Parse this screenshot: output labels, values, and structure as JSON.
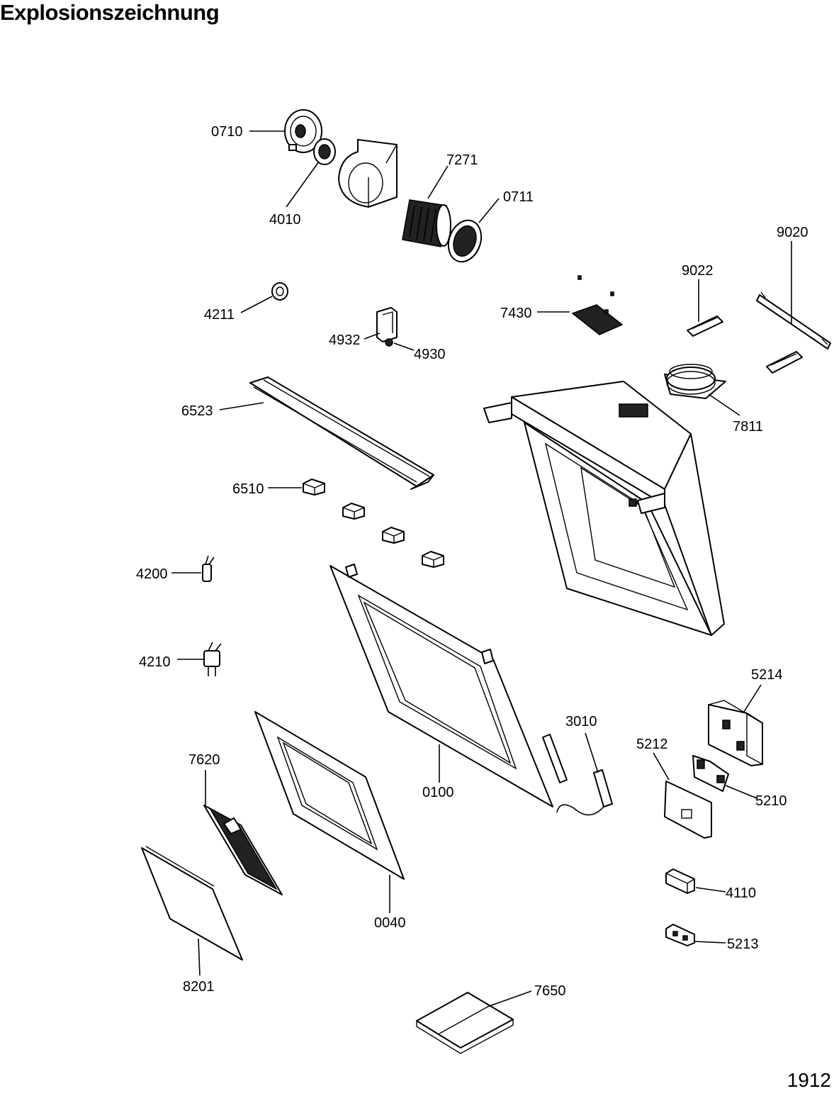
{
  "title": "Explosionszeichnung",
  "page_number": "1912",
  "parts": [
    {
      "id": "0710",
      "label": "0710"
    },
    {
      "id": "4010",
      "label": "4010"
    },
    {
      "id": "7271",
      "label": "7271"
    },
    {
      "id": "0711",
      "label": "0711"
    },
    {
      "id": "9020",
      "label": "9020"
    },
    {
      "id": "9022",
      "label": "9022"
    },
    {
      "id": "4211",
      "label": "4211"
    },
    {
      "id": "7430",
      "label": "7430"
    },
    {
      "id": "4932",
      "label": "4932"
    },
    {
      "id": "4930",
      "label": "4930"
    },
    {
      "id": "7811",
      "label": "7811"
    },
    {
      "id": "6523",
      "label": "6523"
    },
    {
      "id": "6510",
      "label": "6510"
    },
    {
      "id": "4200",
      "label": "4200"
    },
    {
      "id": "4210",
      "label": "4210"
    },
    {
      "id": "5214",
      "label": "5214"
    },
    {
      "id": "3010",
      "label": "3010"
    },
    {
      "id": "5212",
      "label": "5212"
    },
    {
      "id": "7620",
      "label": "7620"
    },
    {
      "id": "5210",
      "label": "5210"
    },
    {
      "id": "0100",
      "label": "0100"
    },
    {
      "id": "4110",
      "label": "4110"
    },
    {
      "id": "0040",
      "label": "0040"
    },
    {
      "id": "5213",
      "label": "5213"
    },
    {
      "id": "8201",
      "label": "8201"
    },
    {
      "id": "7650",
      "label": "7650"
    }
  ]
}
